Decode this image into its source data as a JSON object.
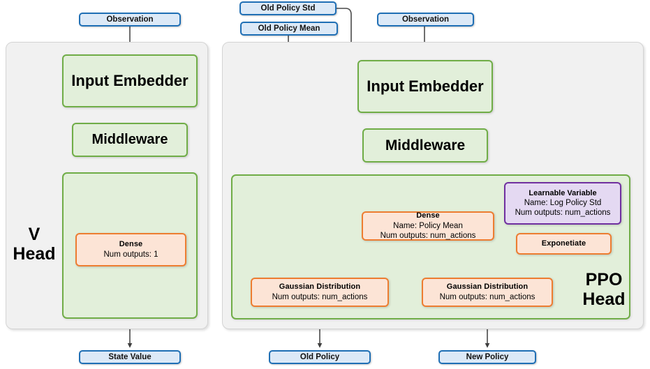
{
  "diagram": {
    "title": "PPO network architecture (V Head and PPO Head)",
    "colors": {
      "panel_bg": "#f1f1f1",
      "green_fill": "#e2efda",
      "green_border": "#70ad47",
      "orange_fill": "#fce4d6",
      "orange_border": "#ed7d31",
      "purple_fill": "#e4d9f2",
      "purple_border": "#7030a0",
      "blue_fill": "#dce9f7",
      "blue_border": "#1f6fb5",
      "edge": "#404040"
    }
  },
  "inputs": {
    "observation_left": "Observation",
    "old_policy_std": "Old Policy Std",
    "old_policy_mean": "Old Policy Mean",
    "observation_right": "Observation"
  },
  "outputs": {
    "state_value": "State Value",
    "old_policy": "Old Policy",
    "new_policy": "New Policy"
  },
  "v_head": {
    "group_label_line1": "V",
    "group_label_line2": "Head",
    "input_embedder": "Input Embedder",
    "middleware": "Middleware",
    "dense": {
      "title": "Dense",
      "num_outputs": "Num outputs: 1"
    }
  },
  "ppo_head": {
    "group_label_line1": "PPO",
    "group_label_line2": "Head",
    "input_embedder": "Input Embedder",
    "middleware": "Middleware",
    "dense": {
      "title": "Dense",
      "name": "Name: Policy Mean",
      "num_outputs": "Num outputs: num_actions"
    },
    "learnable_variable": {
      "title": "Learnable Variable",
      "name": "Name: Log Policy Std",
      "num_outputs": "Num outputs: num_actions"
    },
    "exponentiate": {
      "title": "Exponetiate"
    },
    "gaussian_old": {
      "title": "Gaussian Distribution",
      "num_outputs": "Num outputs: num_actions"
    },
    "gaussian_new": {
      "title": "Gaussian Distribution",
      "num_outputs": "Num outputs: num_actions"
    }
  }
}
